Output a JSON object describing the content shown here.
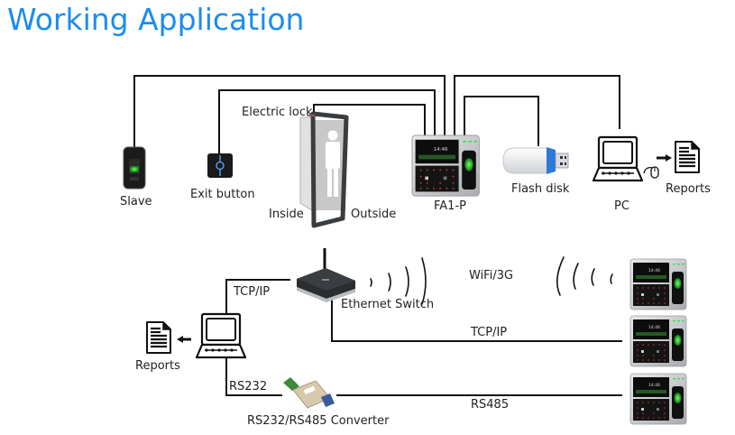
{
  "title": "Working Application",
  "colors": {
    "title": "#1b8cf2",
    "wire": "#111111",
    "device_body": "#c8c9cb",
    "screen": "#0d0d0d",
    "fingerprint_glow": "#22dd33",
    "usb_blue": "#2a7bd6"
  },
  "top_section": {
    "center_device": {
      "label": "FA1-P",
      "icon": "fingerprint-terminal-icon"
    },
    "peripherals": [
      {
        "id": "slave",
        "label": "Slave",
        "icon": "slave-reader-icon"
      },
      {
        "id": "exit",
        "label": "Exit button",
        "icon": "exit-button-icon"
      },
      {
        "id": "lock",
        "label": "Electric lock",
        "icon": "door-icon"
      },
      {
        "id": "flash",
        "label": "Flash disk",
        "icon": "usb-flash-disk-icon"
      },
      {
        "id": "pc",
        "label": "PC",
        "icon": "laptop-icon"
      },
      {
        "id": "reports",
        "label": "Reports",
        "icon": "document-icon"
      }
    ],
    "door_labels": {
      "inside": "Inside",
      "outside": "Outside"
    }
  },
  "bottom_section": {
    "switch_label": "Ethernet Switch",
    "converter_label": "RS232/RS485 Converter",
    "reports_label": "Reports",
    "pc_links": {
      "up": "TCP/IP",
      "down": "RS232"
    },
    "connections": [
      {
        "label": "WiFi/3G",
        "type": "wireless"
      },
      {
        "label": "TCP/IP",
        "type": "wired"
      },
      {
        "label": "RS485",
        "type": "wired"
      }
    ]
  }
}
